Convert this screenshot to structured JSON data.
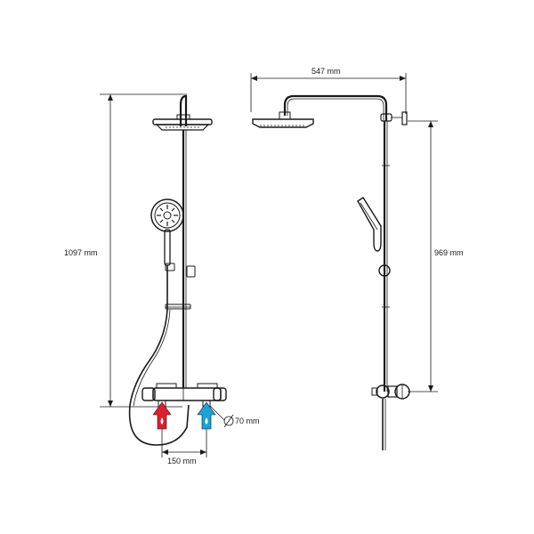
{
  "dimensions": {
    "overall_height": "1097 mm",
    "overall_width": "547 mm",
    "arm_to_bracket_height": "969 mm",
    "inlet_spacing": "150 mm",
    "mixer_diameter": "70 mm"
  },
  "symbols": {
    "diameter_symbol": "Ø"
  },
  "colors": {
    "line": "#1a1a1a",
    "hot_inlet": "#e11d2a",
    "cold_inlet": "#1aa3d9"
  },
  "icons": {
    "hot": "hot-water-arrow-icon",
    "cold": "cold-water-arrow-icon"
  }
}
